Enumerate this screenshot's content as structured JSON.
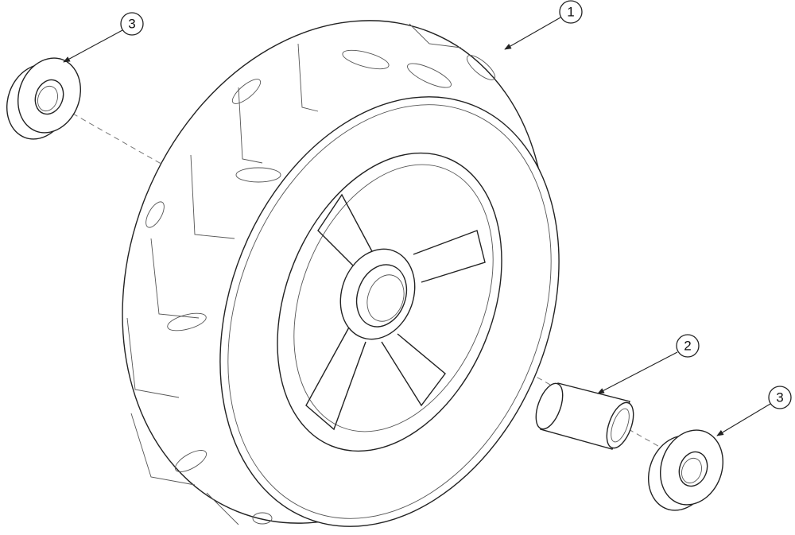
{
  "diagram": {
    "callouts": [
      {
        "id": "wheel",
        "label": "1"
      },
      {
        "id": "spacer",
        "label": "2"
      },
      {
        "id": "bearing-left",
        "label": "3"
      },
      {
        "id": "bearing-right",
        "label": "3"
      }
    ]
  }
}
